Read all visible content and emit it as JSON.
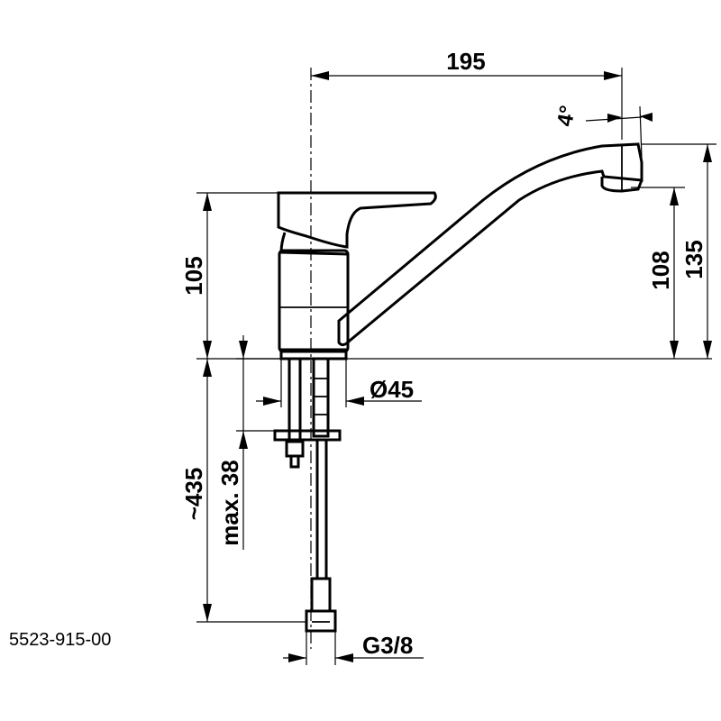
{
  "dimensions": {
    "spout_reach": "195",
    "spout_angle": "4°",
    "body_height": "105",
    "spout_clearance": "108",
    "total_height": "135",
    "base_diameter": "Ø45",
    "hose_length": "~435",
    "max_deck_thickness": "max. 38",
    "connection_thread": "G3/8"
  },
  "product_code": "5523-915-00",
  "colors": {
    "line": "#000000",
    "background": "#ffffff"
  }
}
